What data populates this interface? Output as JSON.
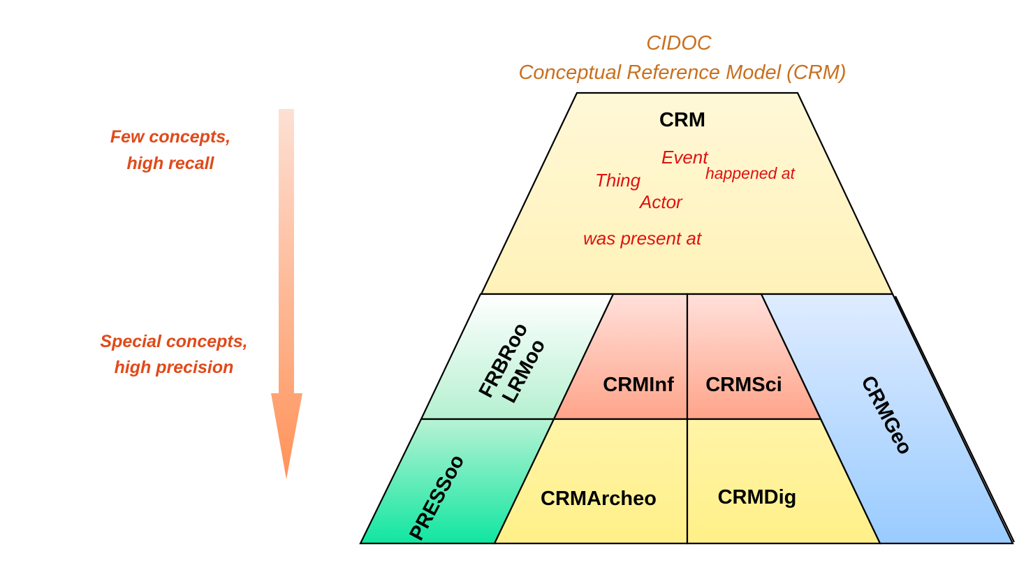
{
  "title": {
    "line1": "CIDOC",
    "line2": "Conceptual Reference Model (CRM)"
  },
  "scale_axis": {
    "top_label": {
      "line1": "Few concepts,",
      "line2": "high recall"
    },
    "bottom_label": {
      "line1": "Special concepts,",
      "line2": "high precision"
    },
    "arrow_direction": "down",
    "colors": {
      "start": "#fde0d4",
      "end": "#ff9259"
    }
  },
  "pyramid": {
    "core": {
      "label": "CRM",
      "fill": "#fff5c8",
      "concepts": [
        "Event",
        "happened at",
        "Thing",
        "Actor",
        "was present at"
      ]
    },
    "extensions": [
      {
        "id": "frbroo",
        "lines": [
          "FRBRoo",
          "LRMoo"
        ],
        "fill_top": "#ffffff",
        "fill_bottom": "#b5f0d0"
      },
      {
        "id": "crminf",
        "label": "CRMInf",
        "fill_top": "#ffdfd8",
        "fill_bottom": "#ffa48a"
      },
      {
        "id": "crmsci",
        "label": "CRMSci",
        "fill_top": "#ffdfd8",
        "fill_bottom": "#ffa48a"
      },
      {
        "id": "crmgeo",
        "label": "CRMGeo",
        "fill_top": "#dfecff",
        "fill_bottom": "#99cbff"
      },
      {
        "id": "pressoo",
        "label": "PRESSoo",
        "fill_top": "#b8f2d4",
        "fill_bottom": "#10e6a0"
      },
      {
        "id": "crmarcheo",
        "label": "CRMArcheo",
        "fill_top": "#fff4a8",
        "fill_bottom": "#fff088"
      },
      {
        "id": "crmdig",
        "label": "CRMDig",
        "fill_top": "#fff4a8",
        "fill_bottom": "#fff088"
      }
    ]
  }
}
